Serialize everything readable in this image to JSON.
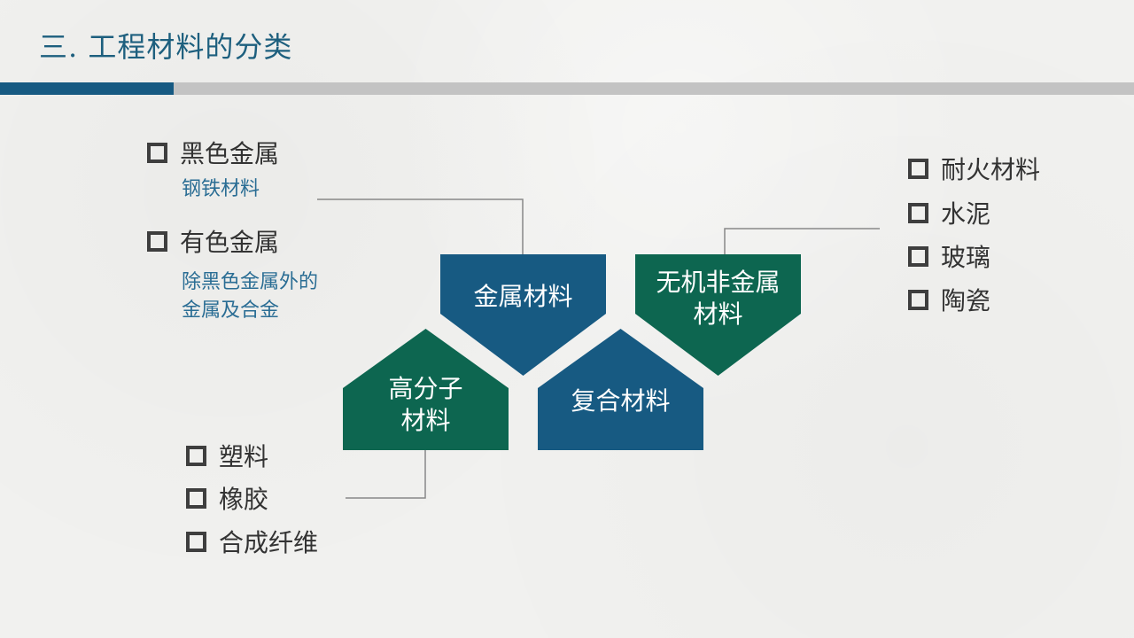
{
  "slide": {
    "title": "三.  工程材料的分类"
  },
  "colors": {
    "blue": "#175a82",
    "green": "#0d6650",
    "title": "#1d5f7e",
    "sub_text": "#2a6d94",
    "divider_gray": "#c3c3c3"
  },
  "center_shapes": {
    "metal": "金属材料",
    "inorganic_line1": "无机非金属",
    "inorganic_line2": "材料",
    "polymer_line1": "高分子",
    "polymer_line2": "材料",
    "composite": "复合材料"
  },
  "metal_group": {
    "ferrous": "黑色金属",
    "ferrous_desc": "钢铁材料",
    "nonferrous": "有色金属",
    "nonferrous_desc_line1": "除黑色金属外的",
    "nonferrous_desc_line2": "金属及合金"
  },
  "inorganic_group": {
    "items": [
      "耐火材料",
      "水泥",
      "玻璃",
      "陶瓷"
    ]
  },
  "polymer_group": {
    "items": [
      "塑料",
      "橡胶",
      "合成纤维"
    ]
  }
}
